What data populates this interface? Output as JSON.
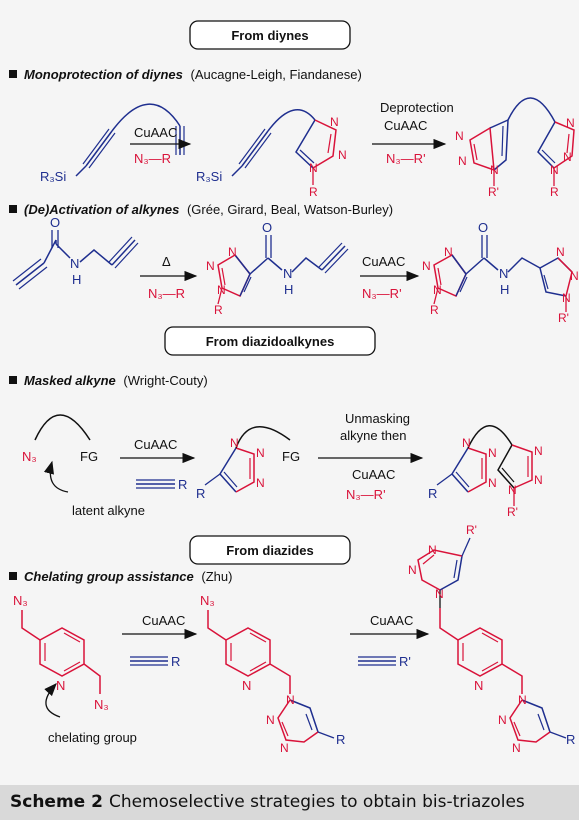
{
  "sections": [
    {
      "title": "From diynes"
    },
    {
      "title": "From diazidoalkynes"
    },
    {
      "title": "From diazides"
    }
  ],
  "strategies": [
    {
      "name": "Monoprotection of diynes",
      "authors": "(Aucagne-Leigh, Fiandanese)"
    },
    {
      "name": "(De)Activation of alkynes",
      "authors": "(Grée, Girard, Beal, Watson-Burley)"
    },
    {
      "name": "Masked alkyne",
      "authors": "(Wright-Couty)"
    },
    {
      "name": "Chelating group assistance",
      "authors": "(Zhu)"
    }
  ],
  "labels": {
    "cuaac": "CuAAC",
    "deprotection": "Deprotection",
    "delta": "Δ",
    "unmasking_1": "Unmasking",
    "unmasking_2": "alkyne then",
    "latent_alkyne": "latent alkyne",
    "chelating_group": "chelating group",
    "fg": "FG",
    "n": "N",
    "h": "H",
    "o": "O",
    "r": "R",
    "r_prime": "R'",
    "r3si": "R₃Si",
    "n3": "N₃",
    "n3_r": "N₃—R",
    "n3_rprime": "N₃—R'"
  },
  "caption": {
    "label": "Scheme 2",
    "text": "Chemoselective strategies to obtain bis-triazoles"
  },
  "colors": {
    "blue": "#1f2f8f",
    "red": "#d9133a",
    "black": "#111111"
  }
}
